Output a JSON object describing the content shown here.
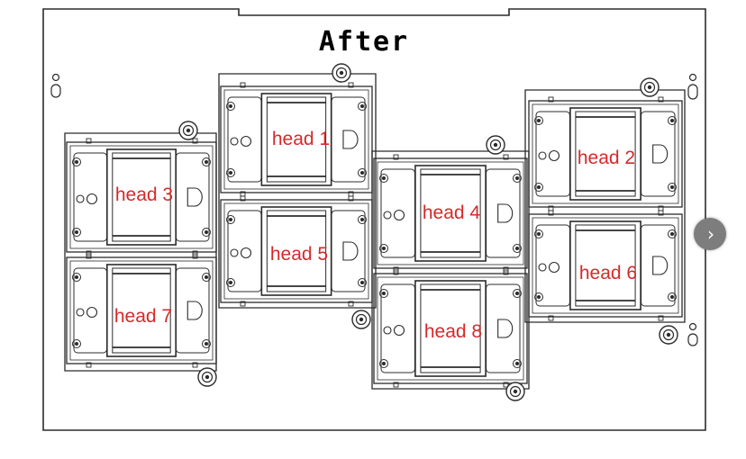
{
  "diagram": {
    "title": "After",
    "heads": [
      {
        "id": "head1",
        "label": "head 1"
      },
      {
        "id": "head2",
        "label": "head 2"
      },
      {
        "id": "head3",
        "label": "head 3"
      },
      {
        "id": "head4",
        "label": "head 4"
      },
      {
        "id": "head5",
        "label": "head 5"
      },
      {
        "id": "head6",
        "label": "head 6"
      },
      {
        "id": "head7",
        "label": "head 7"
      },
      {
        "id": "head8",
        "label": "head 8"
      }
    ]
  },
  "colors": {
    "line": "#2b2b2b",
    "label": "#d42a2a",
    "nav_button": "#7d7d7d"
  },
  "nav": {
    "next_icon": "chevron-right-icon",
    "glyph": "›"
  }
}
